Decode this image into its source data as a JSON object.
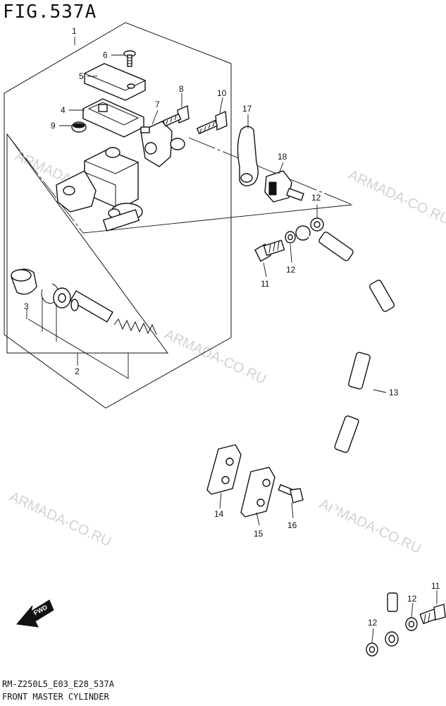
{
  "figure": {
    "title": "FIG.537A",
    "code": "RM-Z250L5_E03_E28_537A",
    "name": "FRONT MASTER CYLINDER"
  },
  "watermarks": [
    "ARMADA-CO.RU",
    "ARMADA-CO.RU",
    "ARMADA-CO.RU",
    "ARMADA-CO.RU",
    "ARMADA-CO.RU"
  ],
  "fwd_label": "FWD",
  "callouts": {
    "c1": "1",
    "c2": "2",
    "c3": "3",
    "c4": "4",
    "c5": "5",
    "c6": "6",
    "c7": "7",
    "c8": "8",
    "c9": "9",
    "c10": "10",
    "c11a": "11",
    "c11b": "11",
    "c12a": "12",
    "c12b": "12",
    "c12c": "12",
    "c12d": "12",
    "c13": "13",
    "c14": "14",
    "c15": "15",
    "c16": "16",
    "c17": "17",
    "c18": "18"
  },
  "icons": {
    "fwd_arrow": "fwd-arrow-icon"
  }
}
